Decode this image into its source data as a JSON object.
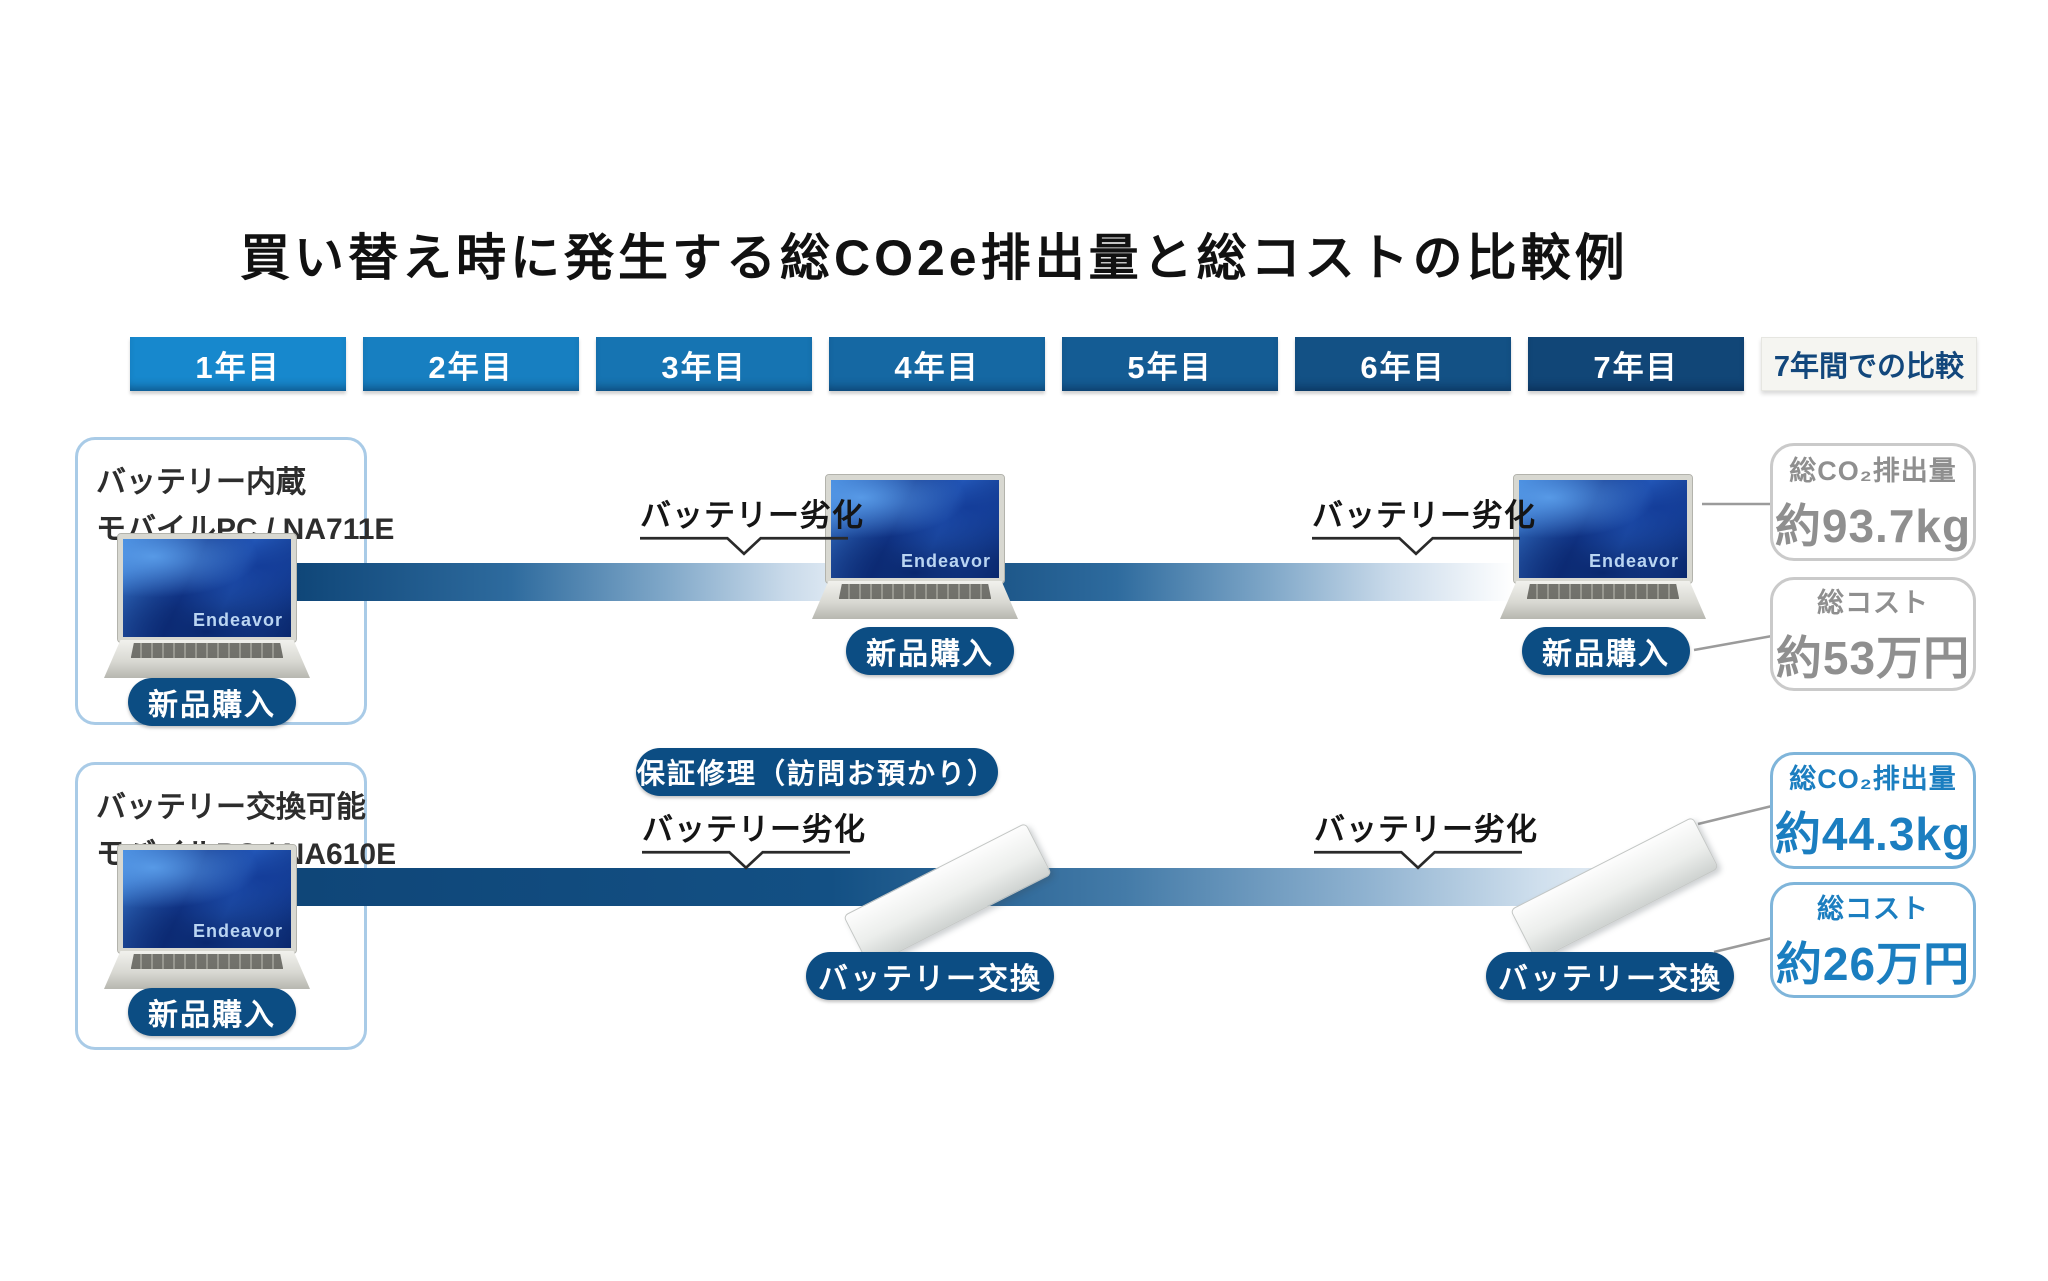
{
  "title": "買い替え時に発生する総CO2e排出量と総コストの比較例",
  "timeline": {
    "years": [
      "1年目",
      "2年目",
      "3年目",
      "4年目",
      "5年目",
      "6年目",
      "7年目"
    ],
    "comparison": "7年間での比較"
  },
  "row1": {
    "type": "バッテリー内蔵",
    "model": "モバイルPC / NA711E",
    "brand": "Endeavor",
    "purchase": "新品購入",
    "degradation": "バッテリー劣化",
    "co2": {
      "title": "総CO₂排出量",
      "value": "約93.7kg"
    },
    "cost": {
      "title": "総コスト",
      "value": "約53万円"
    }
  },
  "row2": {
    "type": "バッテリー交換可能",
    "model": "モバイルPC / NA610E",
    "brand": "Endeavor",
    "purchase": "新品購入",
    "warranty": "保証修理（訪問お預かり）",
    "degradation": "バッテリー劣化",
    "swap": "バッテリー交換",
    "co2": {
      "title": "総CO₂排出量",
      "value": "約44.3kg"
    },
    "cost": {
      "title": "総コスト",
      "value": "約26万円"
    }
  },
  "colors": {
    "year_scale": [
      "#1788cd",
      "#177fc1",
      "#1674b2",
      "#1568a3",
      "#145c94",
      "#135185",
      "#114677"
    ],
    "comparison_bg": "#f5f5f1",
    "band_dark": "#0f4678",
    "pill_navy": "#0c4d83",
    "panel_border": "#a9cbe7",
    "result_gray_text": "#8f8f8f",
    "result_blue_text": "#1b7ec0",
    "title_text": "#111111"
  }
}
